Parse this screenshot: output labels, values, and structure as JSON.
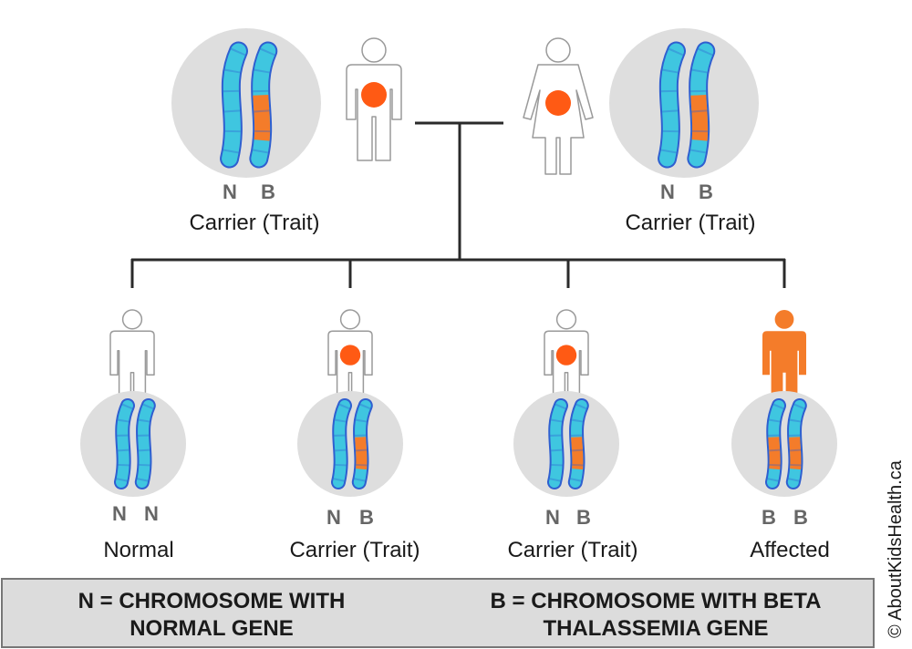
{
  "parents": [
    {
      "letters": [
        "N",
        "B"
      ],
      "status": "Carrier (Trait)",
      "sex": "male",
      "chromosomes": [
        "normal",
        "beta"
      ]
    },
    {
      "letters": [
        "N",
        "B"
      ],
      "status": "Carrier (Trait)",
      "sex": "female",
      "chromosomes": [
        "normal",
        "beta"
      ]
    }
  ],
  "children": [
    {
      "letters": [
        "N",
        "N"
      ],
      "status": "Normal",
      "chromosomes": [
        "normal",
        "normal"
      ],
      "figure": "outline"
    },
    {
      "letters": [
        "N",
        "B"
      ],
      "status": "Carrier (Trait)",
      "chromosomes": [
        "normal",
        "beta"
      ],
      "figure": "outline-dot"
    },
    {
      "letters": [
        "N",
        "B"
      ],
      "status": "Carrier (Trait)",
      "chromosomes": [
        "normal",
        "beta"
      ],
      "figure": "outline-dot"
    },
    {
      "letters": [
        "B",
        "B"
      ],
      "status": "Affected",
      "chromosomes": [
        "beta",
        "beta"
      ],
      "figure": "filled"
    }
  ],
  "legend": {
    "normal_line1": "N = CHROMOSOME WITH",
    "normal_line2": "NORMAL GENE",
    "beta_line1": "B = CHROMOSOME WITH BETA",
    "beta_line2": "THALASSEMIA GENE"
  },
  "copyright": "© AboutKidsHealth.ca",
  "colors": {
    "chromosome_normal": "#3fc6e0",
    "chromosome_outline": "#2f5fd0",
    "gene_beta": "#f47c2a",
    "figure_dot": "#ff5a14",
    "affected_figure": "#f47c2a",
    "circle_bg": "#dedede",
    "legend_bg": "#dcdcdc"
  }
}
